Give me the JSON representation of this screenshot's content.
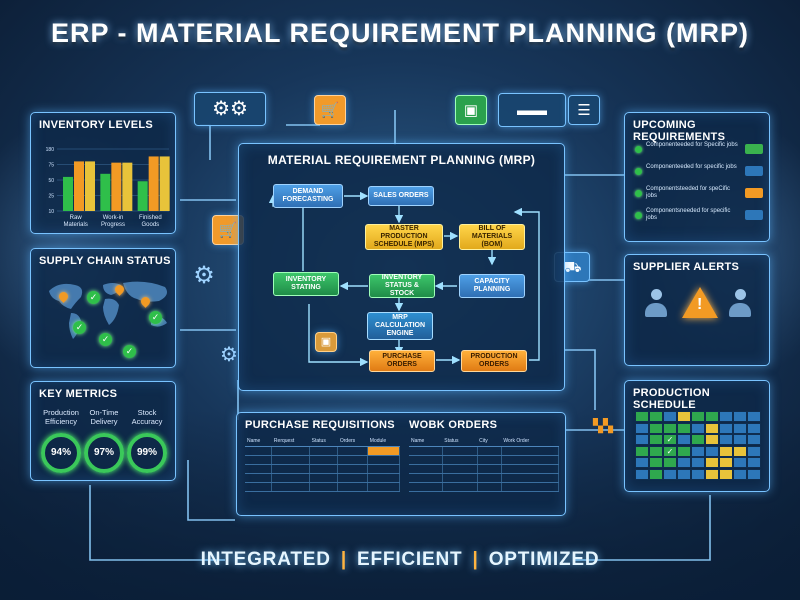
{
  "title": "ERP - MATERIAL REQUIREMENT PLANNING (MRP)",
  "inventory": {
    "title": "INVENTORY LEVELS",
    "chart_data": {
      "type": "bar",
      "categories": [
        "Raw Materials",
        "Work-in Progress",
        "Finished Goods"
      ],
      "series": [
        {
          "values": [
            55,
            60,
            48
          ],
          "color": "#2fbf4a"
        },
        {
          "values": [
            80,
            78,
            88
          ],
          "color": "#f29a24"
        },
        {
          "values": [
            80,
            78,
            88
          ],
          "color": "#e8c33a"
        }
      ],
      "yticks": [
        180,
        75,
        50,
        25,
        10
      ],
      "ylim": [
        0,
        100
      ]
    },
    "cat_labels": [
      "Raw Materials",
      "Work-in Progress",
      "Finished Goods"
    ]
  },
  "supply_chain": {
    "title": "SUPPLY CHAIN STATUS"
  },
  "key_metrics": {
    "title": "KEY METRICS",
    "items": [
      {
        "label": "Production Efficiency",
        "value": "94%"
      },
      {
        "label": "On-Time Delivery",
        "value": "97%"
      },
      {
        "label": "Stock Accuracy",
        "value": "99%"
      }
    ]
  },
  "center": {
    "title": "MATERIAL REQUIREMENT PLANNING (MRP)",
    "boxes": {
      "demand": "DEMAND FORECASTING",
      "sales": "SALES ORDERS",
      "mps": "MASTER PRODUCTION SCHEDULE (MPS)",
      "bom": "BILL OF MATERIALS (BOM)",
      "inventory": "INVENTORY STATING",
      "status": "INVENTORY STATUS & STOCK",
      "capacity": "CAPACITY PLANNING",
      "mrp": "MRP CALCULATION ENGINE",
      "purchase": "PURCHASE ORDERS",
      "production": "PRODUCTION ORDERS"
    }
  },
  "purchase_requisitions": {
    "title": "PURCHASE REQUISITIONS",
    "headers": [
      "Name",
      "Rerquest",
      "Status",
      "Orders",
      "Module"
    ]
  },
  "work_orders": {
    "title": "WOBK ORDERS",
    "headers": [
      "Name",
      "Status",
      "City",
      "Work Order"
    ]
  },
  "upcoming": {
    "title": "UPCOMING REQUIREMENTS",
    "items": [
      {
        "text": "Componenteeded for Specific jobs",
        "color": "#3ab24e"
      },
      {
        "text": "Componenteeded for specific jobs",
        "color": "#2d77b9"
      },
      {
        "text": "Componentsteeded for speCific jobs",
        "color": "#f29a24"
      },
      {
        "text": "Componentsneeded for specific jobs",
        "color": "#2d77b9"
      }
    ]
  },
  "supplier_alerts": {
    "title": "SUPPLIER ALERTS"
  },
  "production_schedule": {
    "title": "PRODUCTION SCHEDULE"
  },
  "tagline": {
    "a": "INTEGRATED",
    "b": "EFFICIENT",
    "c": "OPTIMIZED",
    "sep": "|"
  },
  "colors": {
    "accent": "#79c3ff",
    "green": "#2fbf4a",
    "orange": "#f29a24",
    "yellow": "#e8c33a",
    "blue": "#2d77b9"
  },
  "icons": [
    "gears-icon",
    "shopping-cart-icon",
    "package-icon",
    "conveyor-icon",
    "clipboard-icon",
    "truck-icon",
    "warning-icon",
    "person-icon",
    "check-icon",
    "map-pin-icon"
  ]
}
